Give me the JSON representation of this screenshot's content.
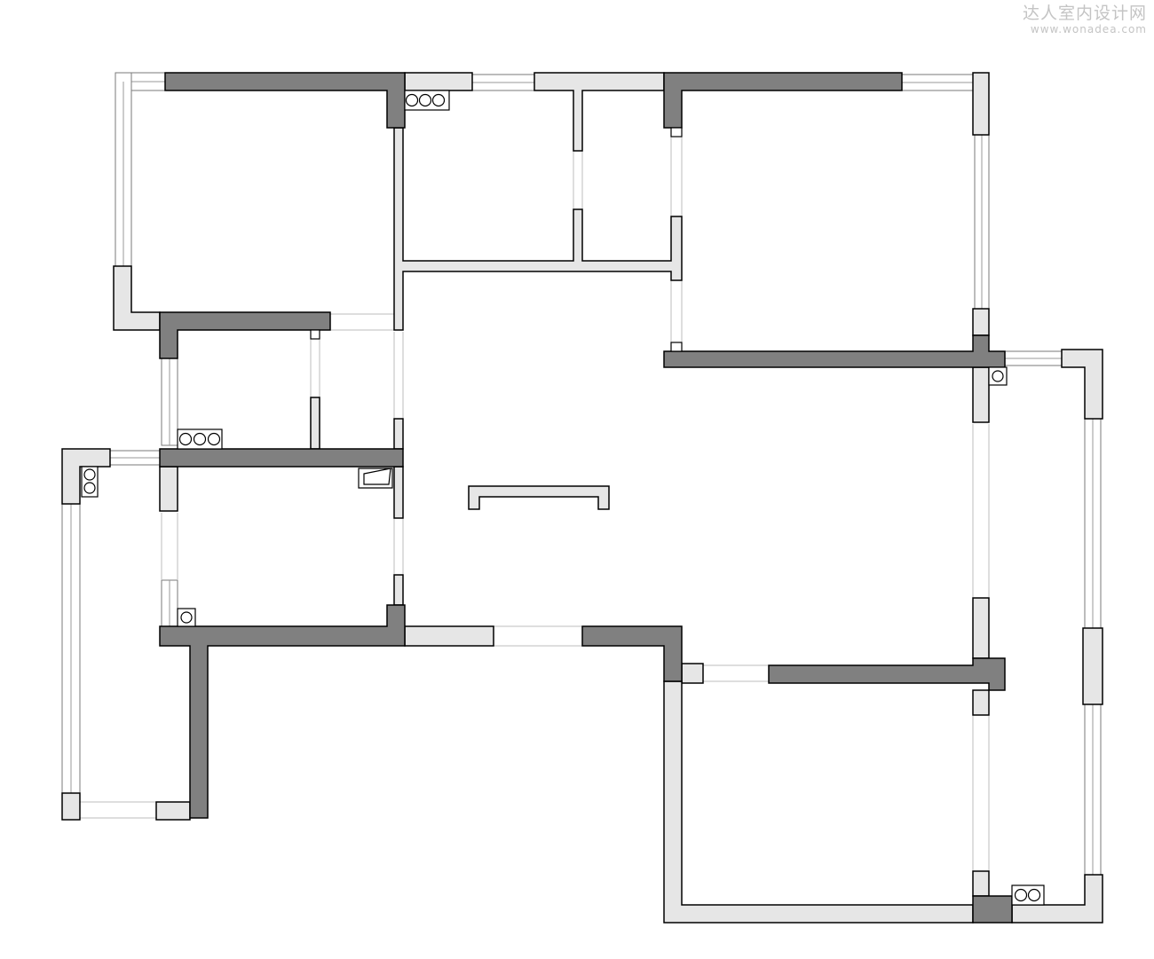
{
  "watermark": {
    "title": "达人室内设计网",
    "url": "www.wonadea.com"
  },
  "colors": {
    "structural_wall": "#808080",
    "partition_wall": "#e6e6e6",
    "outline": "#000000",
    "background": "#ffffff",
    "watermark": "#c4c4c4"
  },
  "legend_semantics": {
    "structural_wall": "wall-structural",
    "partition_wall": "wall-partition",
    "window": "window",
    "pipe": "pipe-icon"
  }
}
